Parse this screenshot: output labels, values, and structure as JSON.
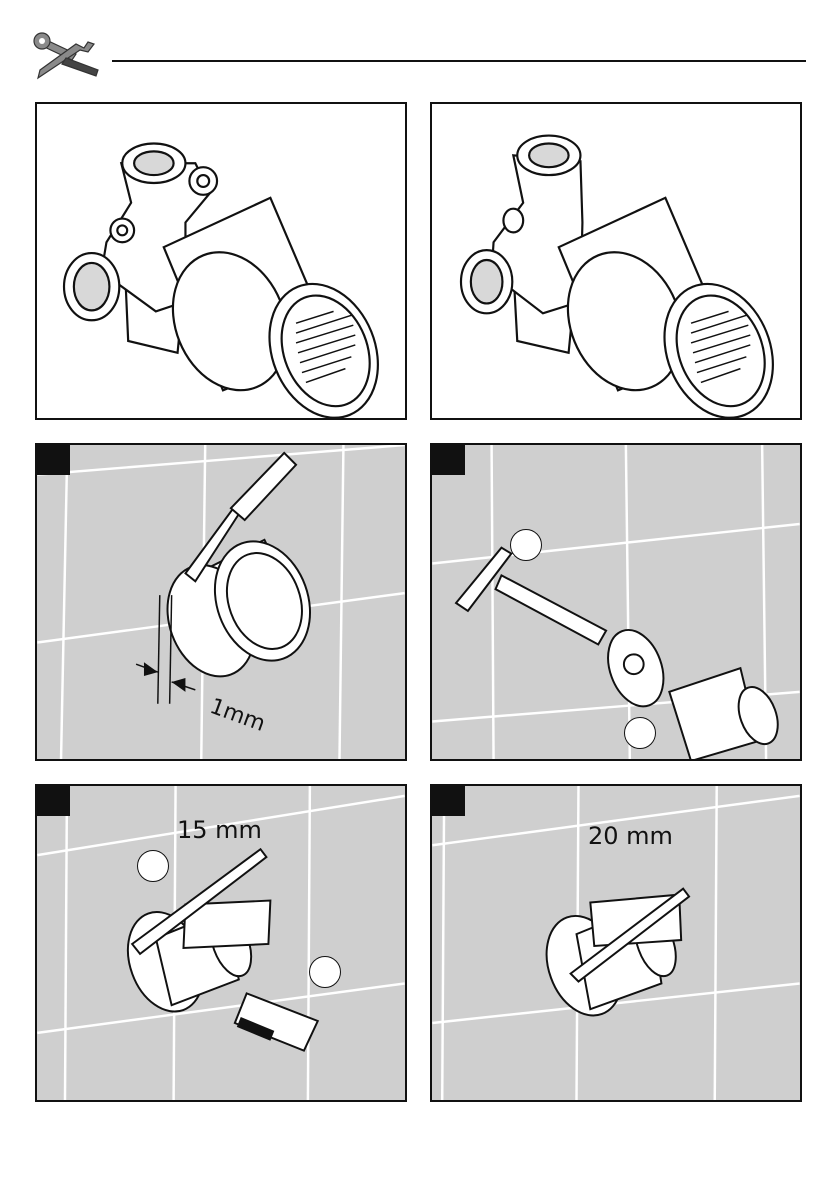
{
  "header": {
    "icon": "wrench-screwdriver-icon"
  },
  "panels": {
    "step1": {
      "dimension": "1mm"
    },
    "step3": {
      "dimension": "15 mm"
    },
    "step4": {
      "dimension": "20 mm"
    }
  }
}
